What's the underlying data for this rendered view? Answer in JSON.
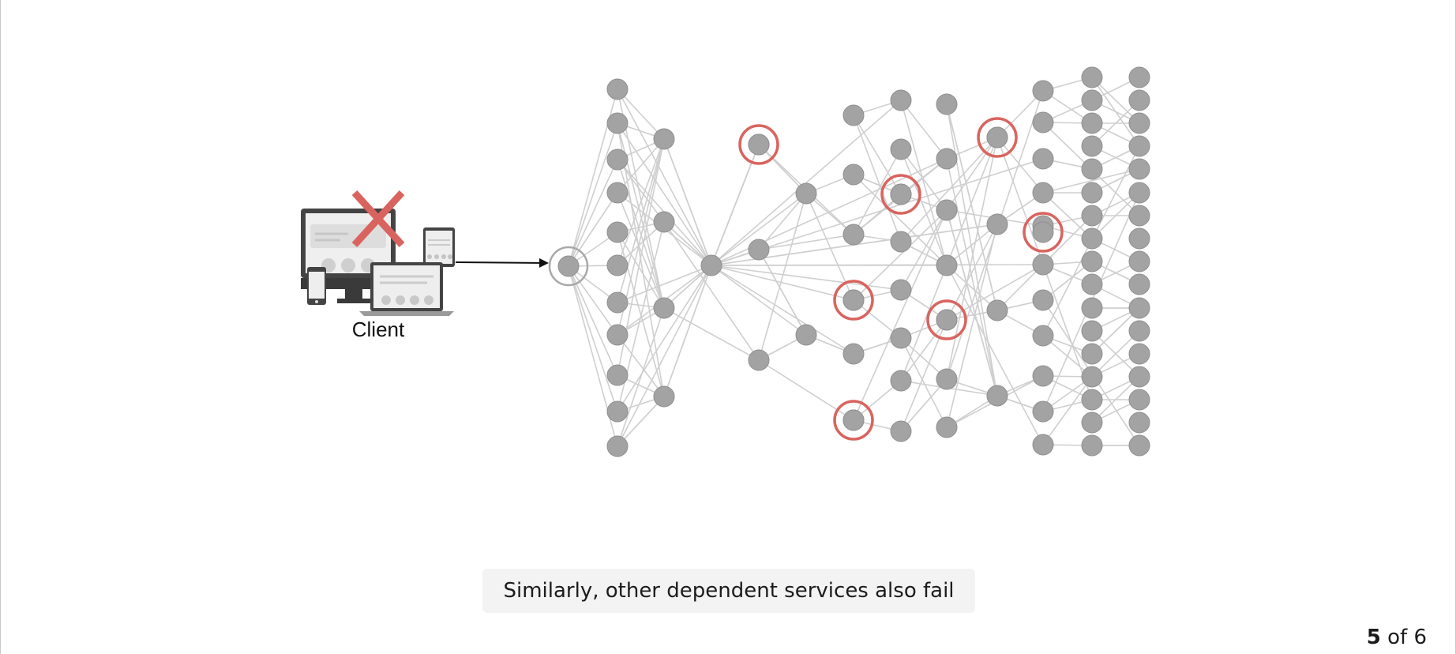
{
  "diagram": {
    "client_label": "Client",
    "caption": "Similarly, other dependent services also fail",
    "failed_color": "#d9645f",
    "node_color": "#a3a3a3",
    "edge_color": "#cfcfcf",
    "client_status": "failed"
  },
  "pagination": {
    "current": "5",
    "separator": "of",
    "total": "6"
  }
}
